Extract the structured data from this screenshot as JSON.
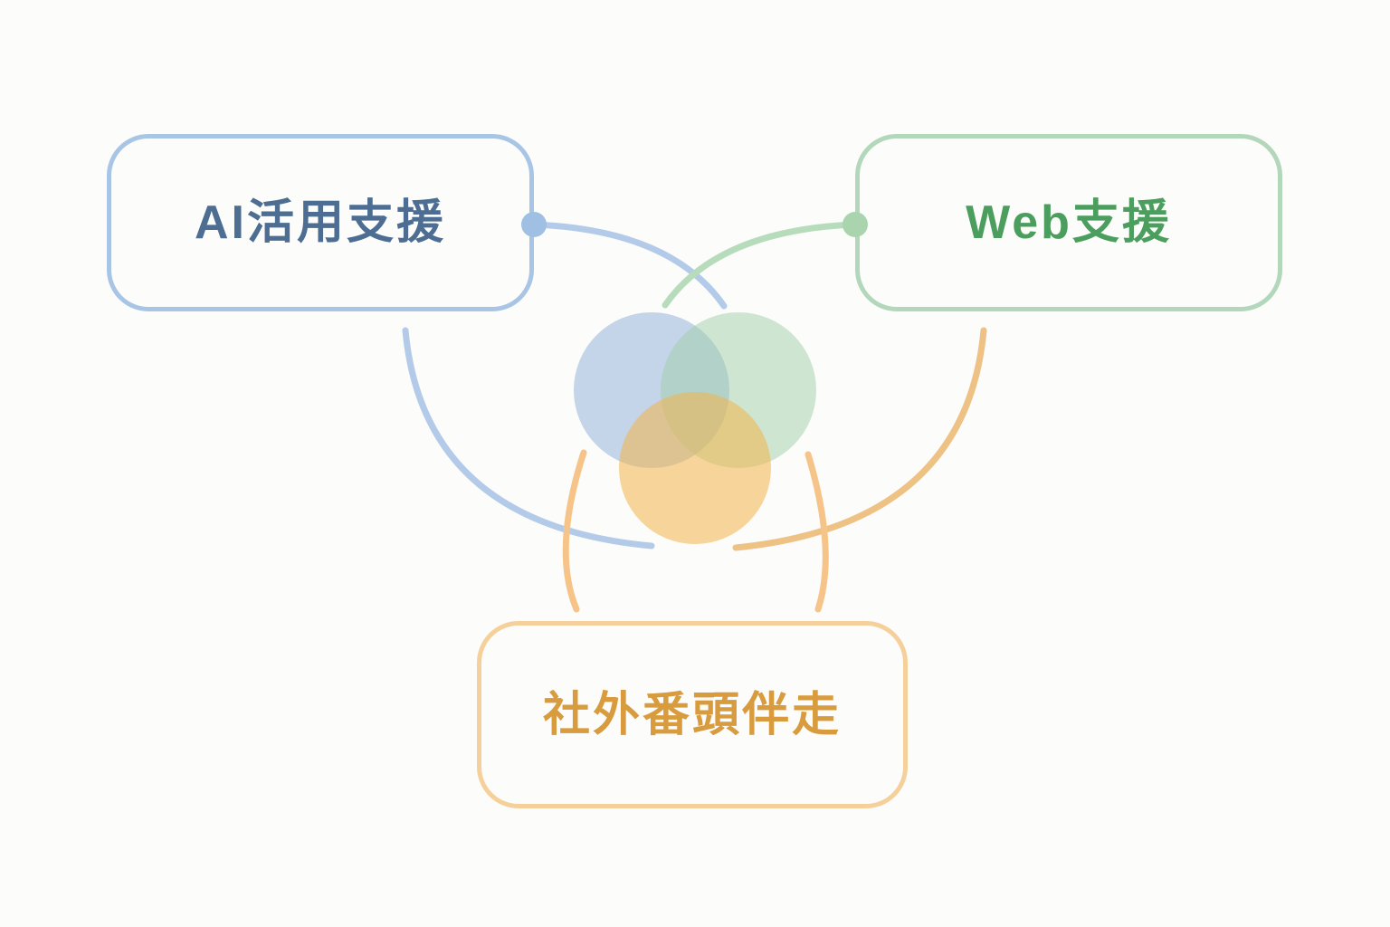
{
  "background": "#fcfcfa",
  "boxes": [
    {
      "id": "ai-support",
      "label": "AI活用支援",
      "border_color": "#a9c5e6",
      "text_color": "#4d6d92"
    },
    {
      "id": "web-support",
      "label": "Web支援",
      "border_color": "#b2d7ba",
      "text_color": "#4c9e5e"
    },
    {
      "id": "external-banto",
      "label": "社外番頭伴走",
      "border_color": "#f6d09a",
      "text_color": "#d89b3e"
    }
  ],
  "connector_nodes": [
    {
      "id": "ai-node",
      "color": "#9fbfe3"
    },
    {
      "id": "web-node",
      "color": "#a9d4ae"
    }
  ],
  "venn_circles": [
    {
      "id": "ai-circle",
      "fill": "rgba(139,171,215,0.5)"
    },
    {
      "id": "web-circle",
      "fill": "rgba(159,205,167,0.5)"
    },
    {
      "id": "banto-circle",
      "fill": "rgba(242,180,75,0.55)"
    }
  ],
  "connector_colors": {
    "blue": "#b3cbe9",
    "green": "#b7dcbc",
    "orange_long": "#edc284",
    "orange_short": "#f6c488"
  }
}
